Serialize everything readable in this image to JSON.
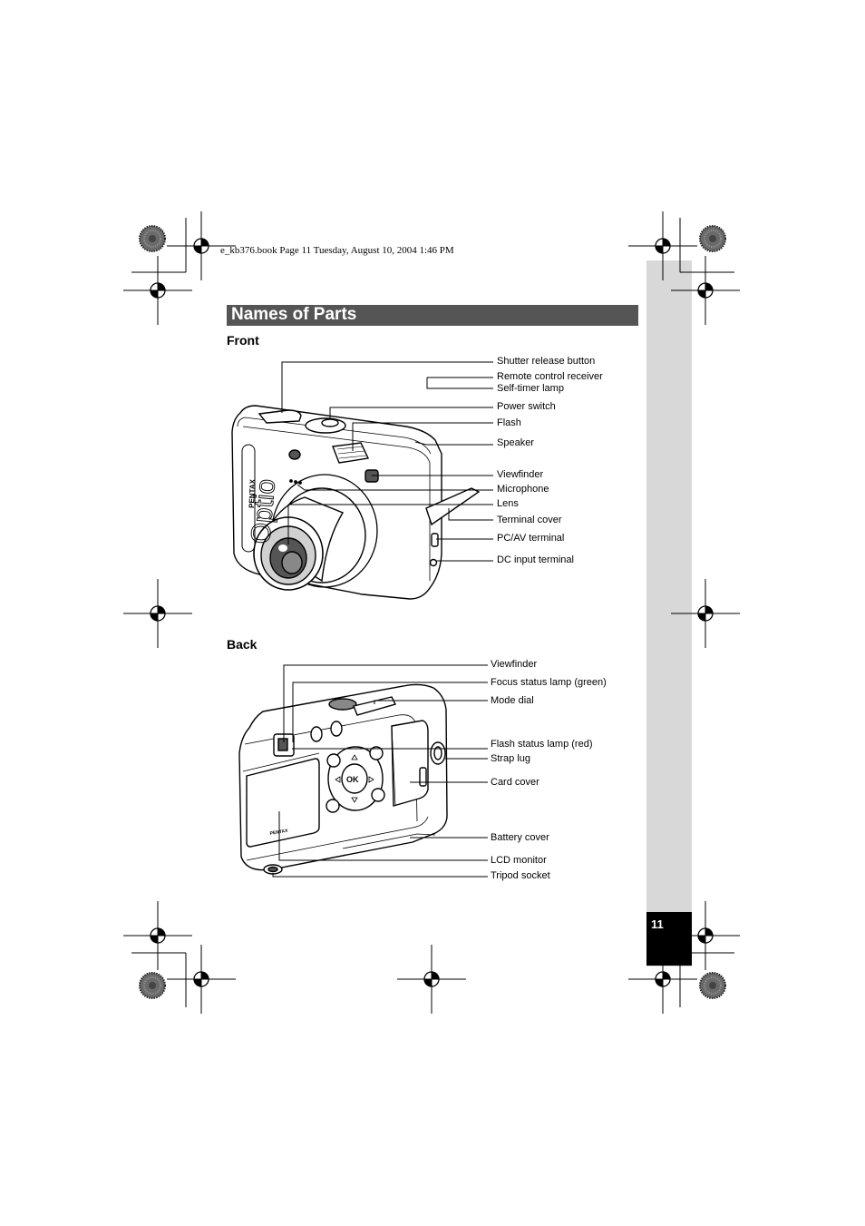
{
  "header": "e_kb376.book  Page 11  Tuesday, August 10, 2004  1:46 PM",
  "title": "Names of Parts",
  "page_number": "11",
  "front": {
    "heading": "Front",
    "labels": [
      "Shutter release button",
      "Remote control receiver",
      "Self-timer lamp",
      "Power switch",
      "Flash",
      "Speaker",
      "Viewfinder",
      "Microphone",
      "Lens",
      "Terminal cover",
      "PC/AV terminal",
      "DC input terminal"
    ]
  },
  "back": {
    "heading": "Back",
    "labels": [
      "Viewfinder",
      "Focus status lamp (green)",
      "Mode dial",
      "Flash status lamp (red)",
      "Strap lug",
      "Card cover",
      "Battery cover",
      "LCD monitor",
      "Tripod socket"
    ]
  },
  "camera_text": {
    "front_logo": "Optio",
    "front_brand": "PENTAX",
    "back_brand": "PENTAX",
    "ok_button": "OK"
  }
}
